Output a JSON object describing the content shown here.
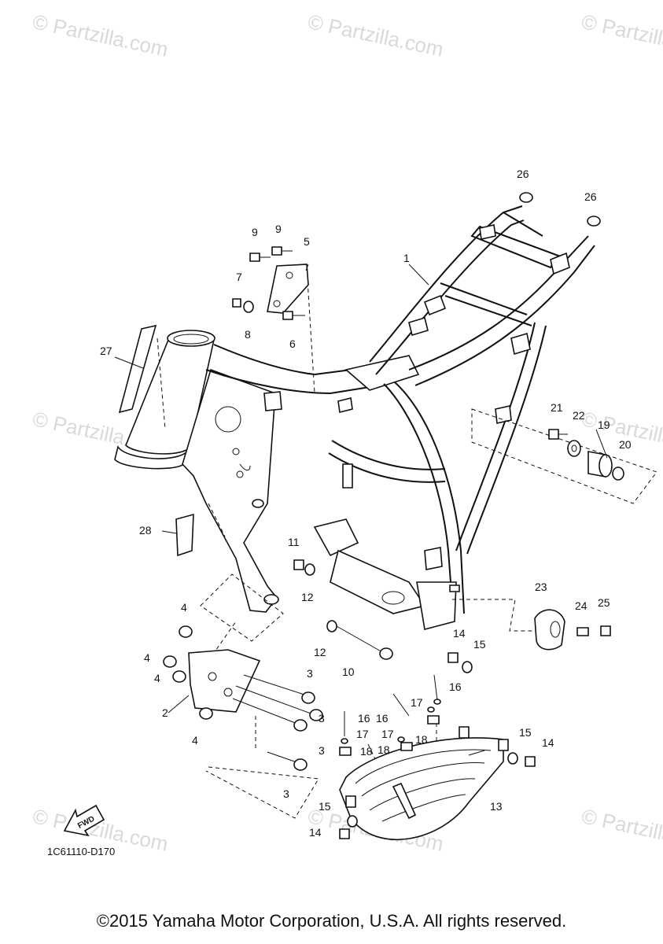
{
  "watermark": "© Partzilla.com",
  "diagram_code": "1C61110-D170",
  "fwd_label": "FWD",
  "copyright": "©2015 Yamaha Motor Corporation, U.S.A. All rights reserved.",
  "callouts": [
    "1",
    "2",
    "3",
    "4",
    "5",
    "6",
    "7",
    "8",
    "9",
    "10",
    "11",
    "12",
    "13",
    "14",
    "15",
    "16",
    "17",
    "18",
    "19",
    "20",
    "21",
    "22",
    "23",
    "24",
    "25",
    "26",
    "27",
    "28"
  ]
}
